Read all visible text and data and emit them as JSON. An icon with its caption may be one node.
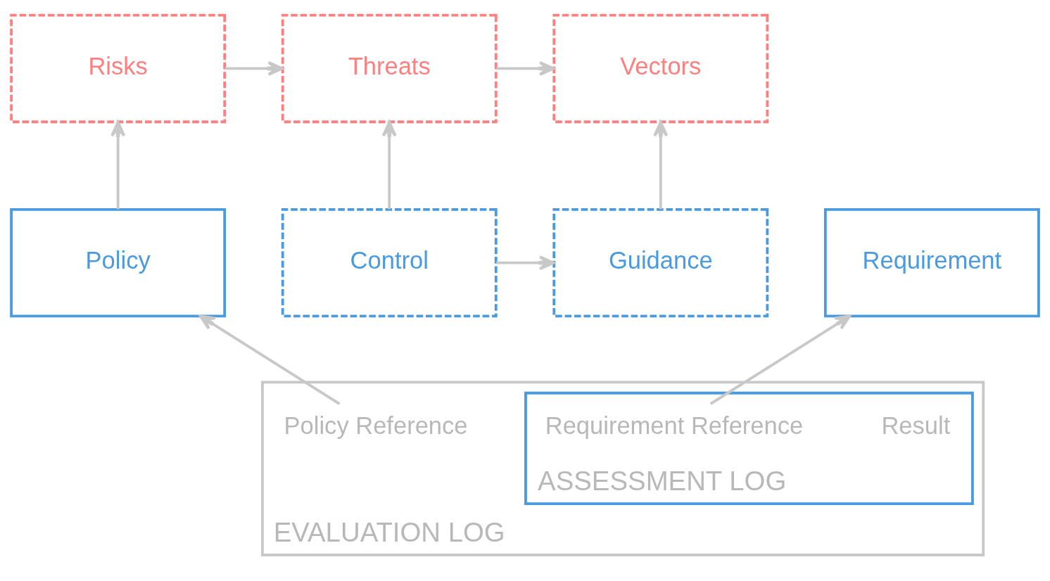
{
  "diagram": {
    "nodes": [
      {
        "text": [
          "Vectors"
        ]
      },
      {
        "text": [
          "Threats"
        ]
      },
      {
        "text": [
          "Risks"
        ]
      },
      {
        "text": [
          "Policy"
        ]
      },
      {
        "text": [
          "EVALUATION LOG"
        ]
      },
      {
        "text": [
          "Policy Reference"
        ],
        "in": 4
      },
      {
        "text": [
          "ASSESSMENT LOG"
        ],
        "in": 4
      },
      {
        "text": [
          "Result"
        ],
        "in": 6
      },
      {
        "text": [
          "Requirement Reference"
        ],
        "in": 6
      },
      {
        "text": [
          "Guidance"
        ]
      },
      {
        "text": [
          "Control"
        ]
      },
      {
        "text": [
          "Requirement"
        ]
      }
    ],
    "edges": [
      {
        "from": 1,
        "to": 0,
        "arrow": "to"
      },
      {
        "from": 2,
        "to": 1,
        "arrow": "to"
      },
      {
        "from": 9,
        "to": 0,
        "arrow": "to"
      },
      {
        "from": 10,
        "to": 1,
        "arrow": "to"
      },
      {
        "from": 3,
        "to": 2,
        "arrow": "to"
      },
      {
        "from": 5,
        "to": 3,
        "arrow": "to"
      },
      {
        "from": 10,
        "to": 9,
        "arrow": "to"
      },
      {
        "from": 8,
        "to": 11,
        "arrow": "to"
      }
    ]
  }
}
